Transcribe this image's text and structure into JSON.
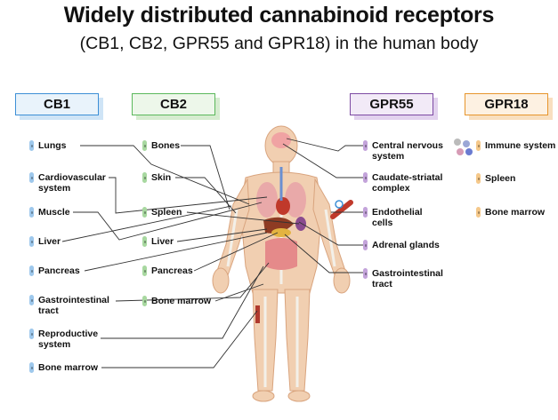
{
  "title": "Widely distributed cannabinoid receptors",
  "subtitle": "(CB1, CB2, GPR55 and GPR18) in the human body",
  "colors": {
    "cb1": "#3d8fd6",
    "cb1_bg": "#e9f3fb",
    "cb2": "#5bb85b",
    "cb2_bg": "#edf7ea",
    "gpr55": "#7d4aa3",
    "gpr55_bg": "#f2eaf7",
    "gpr18": "#e7952c",
    "gpr18_bg": "#fdf1e2"
  },
  "receptors": {
    "cb1": {
      "header": "CB1",
      "items": [
        "Lungs",
        "Cardiovascular\nsystem",
        "Muscle",
        "Liver",
        "Pancreas",
        "Gastrointestinal\ntract",
        "Reproductive\nsystem",
        "Bone marrow"
      ]
    },
    "cb2": {
      "header": "CB2",
      "items": [
        "Bones",
        "Skin",
        "Spleen",
        "Liver",
        "Pancreas",
        "Bone marrow"
      ]
    },
    "gpr55": {
      "header": "GPR55",
      "items": [
        "Central nervous\nsystem",
        "Caudate-striatal\ncomplex",
        "Endothelial\ncells",
        "Adrenal glands",
        "Gastrointestinal\ntract"
      ]
    },
    "gpr18": {
      "header": "GPR18",
      "items": [
        "Immune system",
        "Spleen",
        "Bone marrow"
      ]
    }
  }
}
